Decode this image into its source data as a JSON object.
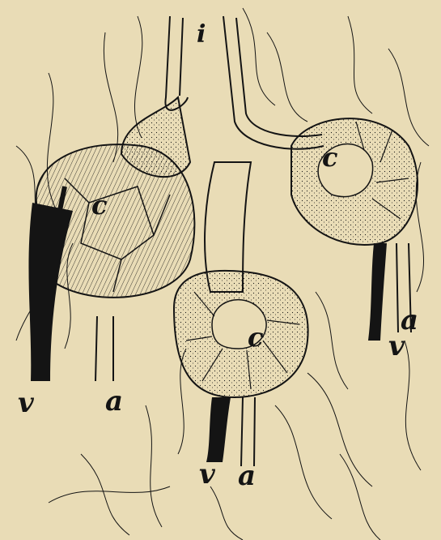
{
  "labels": {
    "intestine": "i",
    "cell_cluster_left": "c",
    "cell_cluster_right": "c",
    "cell_cluster_bottom": "c",
    "vein_left": "v",
    "artery_left": "a",
    "vein_right": "v",
    "artery_right": "a",
    "vein_bottom": "v",
    "artery_bottom": "a"
  },
  "colors": {
    "paper": "#e9dcb6",
    "ink": "#141414"
  }
}
